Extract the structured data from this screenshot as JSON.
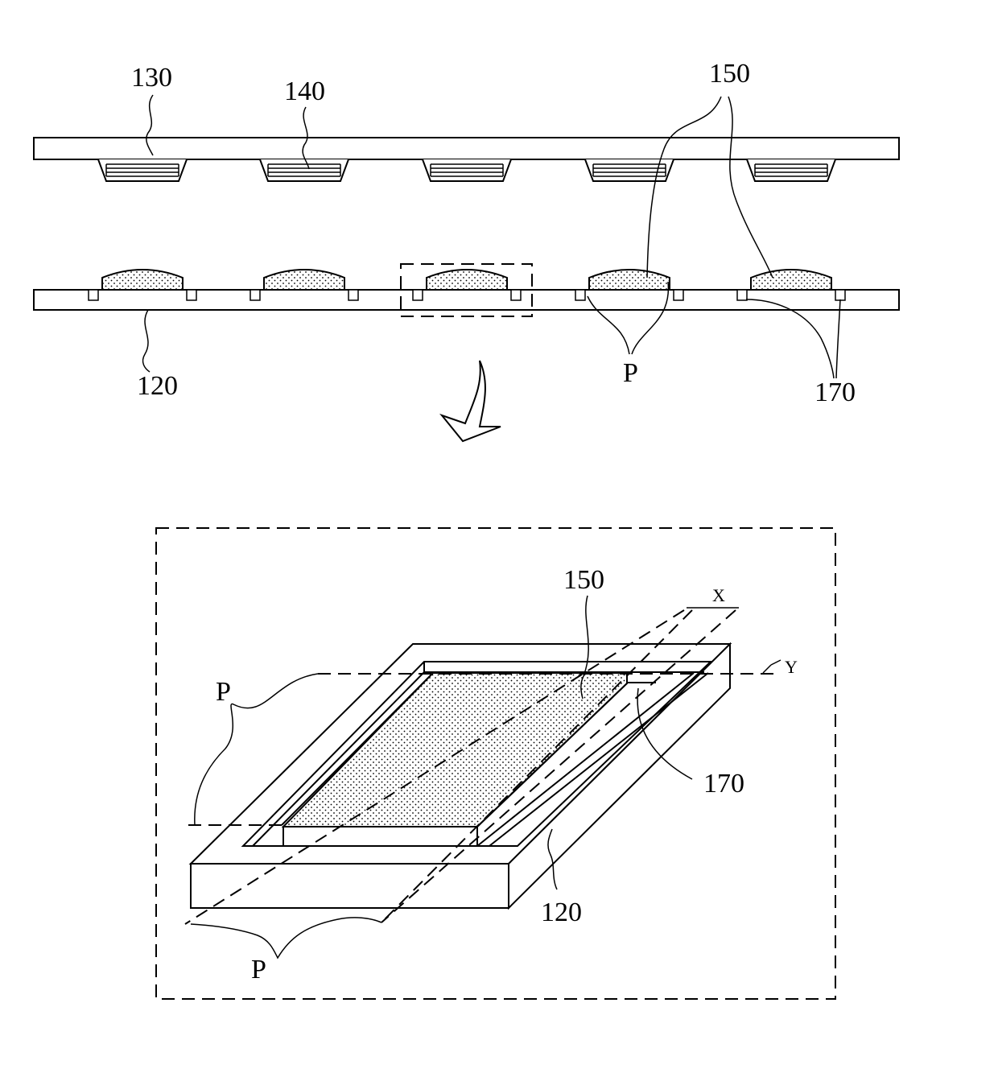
{
  "labels": {
    "top_130": "130",
    "top_140": "140",
    "top_150": "150",
    "top_120": "120",
    "top_P": "P",
    "top_170": "170",
    "det_150": "150",
    "det_X": "X",
    "det_Y": "Y",
    "det_P_left": "P",
    "det_170": "170",
    "det_120": "120",
    "det_P_bottom": "P"
  }
}
